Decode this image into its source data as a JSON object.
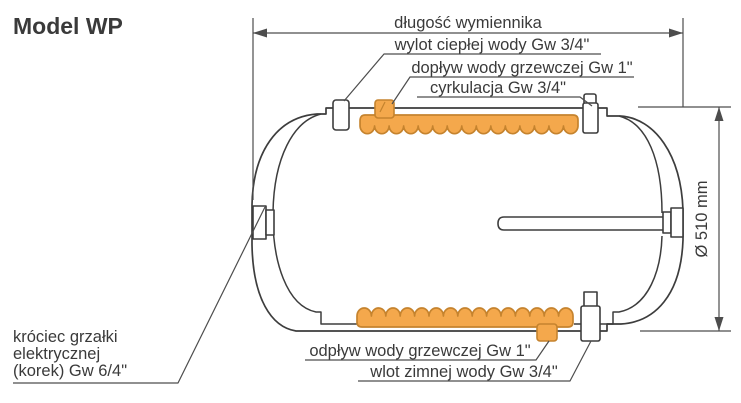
{
  "title": "Model WP",
  "colors": {
    "coil_fill": "#F4A84C",
    "coil_stroke": "#C5832E",
    "outline": "#3D3D3D",
    "dim_line": "#4D4D4D",
    "text": "#3A3A3A"
  },
  "labels": {
    "exchanger_length": "długość wymiennika",
    "hot_water_outlet": "wylot ciepłej wody Gw 3/4\"",
    "heating_water_supply": "dopływ wody grzewczej Gw 1\"",
    "circulation": "cyrkulacja Gw 3/4\"",
    "diameter": "Ø 510 mm",
    "heating_water_return": "odpływ wody grzewczej Gw 1\"",
    "cold_water_inlet": "wlot zimnej wody Gw 3/4\"",
    "heater_port_line1": "króciec grzałki",
    "heater_port_line2": "elektrycznej",
    "heater_port_line3": "(korek) Gw 6/4\""
  }
}
